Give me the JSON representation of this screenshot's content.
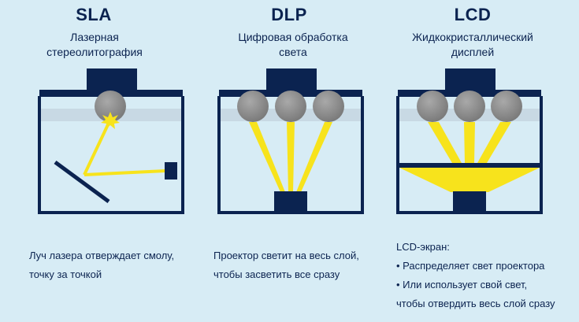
{
  "columns": [
    {
      "title": "SLA",
      "subtitle_lines": [
        "Лазерная",
        "стереолитография"
      ],
      "caption_lines": [
        "Луч лазера отверждает смолу,",
        "точку за точкой"
      ]
    },
    {
      "title": "DLP",
      "subtitle_lines": [
        "Цифровая обработка",
        "света"
      ],
      "caption_lines": [
        "Проектор светит на весь слой,",
        "чтобы засветить все сразу"
      ]
    },
    {
      "title": "LCD",
      "subtitle_lines": [
        "Жидкокристаллический",
        "дисплей"
      ],
      "caption_lines": [
        "LCD-экран:",
        "• Распределяет свет проектора",
        "• Или использует свой свет,",
        "чтобы отвердить весь слой сразу"
      ]
    }
  ],
  "colors": {
    "background": "#d7ecf5",
    "text": "#0b2350",
    "navy": "#0b2350",
    "resin_layer": "#c5d6e0",
    "sphere": "#8f8f8f",
    "light_beam": "#f7e31c"
  }
}
